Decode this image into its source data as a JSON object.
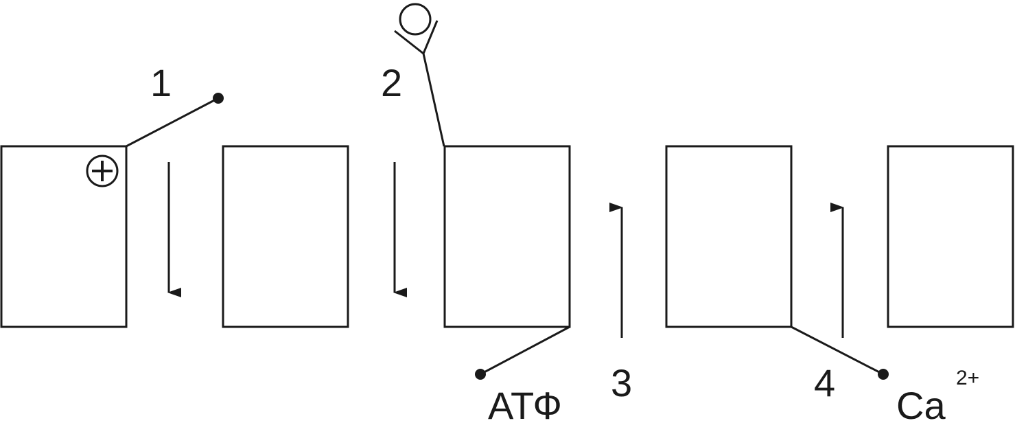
{
  "diagram": {
    "channel_numbers": [
      "1",
      "2",
      "3",
      "4"
    ],
    "atp_label": "АТФ",
    "calcium_label": "Ca",
    "calcium_charge": "2+",
    "positive_charge_symbol": "+"
  },
  "colors": {
    "stroke": "#1a1a1a",
    "background": "#ffffff"
  }
}
